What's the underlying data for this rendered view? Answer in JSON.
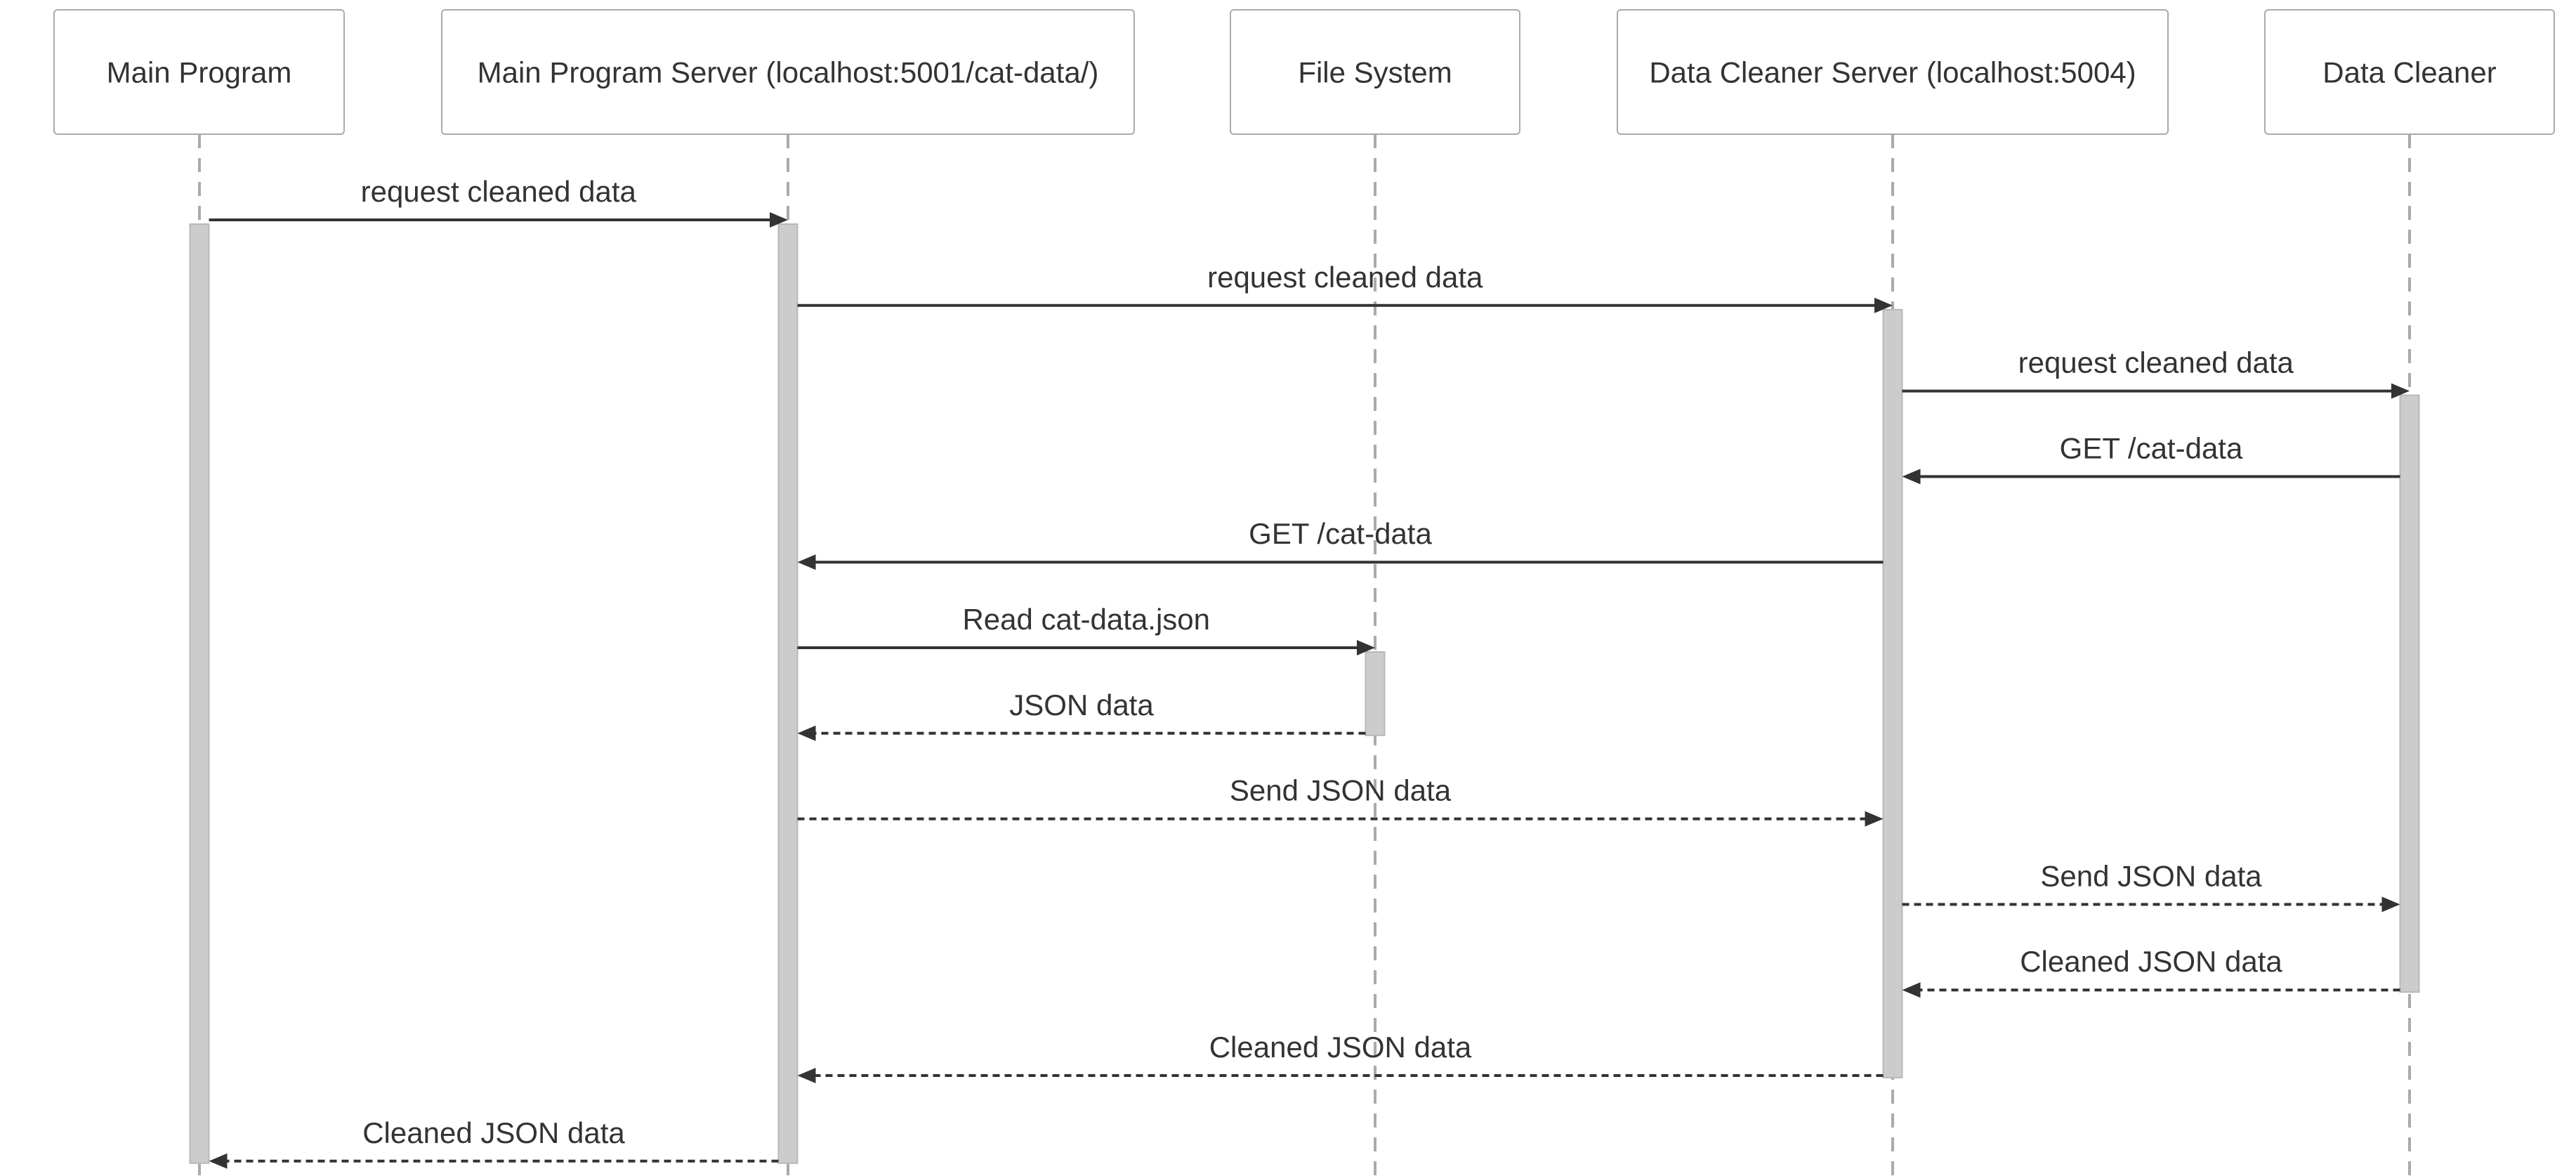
{
  "participants": [
    {
      "id": "main-program",
      "label": "Main Program"
    },
    {
      "id": "main-program-server",
      "label": "Main Program Server (localhost:5001/cat-data/)"
    },
    {
      "id": "file-system",
      "label": "File System"
    },
    {
      "id": "data-cleaner-server",
      "label": "Data Cleaner Server (localhost:5004)"
    },
    {
      "id": "data-cleaner",
      "label": "Data Cleaner"
    }
  ],
  "messages": [
    {
      "from": 0,
      "to": 1,
      "label": "request cleaned data",
      "style": "solid"
    },
    {
      "from": 1,
      "to": 3,
      "label": "request cleaned data",
      "style": "solid"
    },
    {
      "from": 3,
      "to": 4,
      "label": "request cleaned data",
      "style": "solid"
    },
    {
      "from": 4,
      "to": 3,
      "label": "GET /cat-data",
      "style": "solid"
    },
    {
      "from": 3,
      "to": 1,
      "label": "GET /cat-data",
      "style": "solid"
    },
    {
      "from": 1,
      "to": 2,
      "label": "Read cat-data.json",
      "style": "solid"
    },
    {
      "from": 2,
      "to": 1,
      "label": "JSON data",
      "style": "dashed"
    },
    {
      "from": 1,
      "to": 3,
      "label": "Send JSON data",
      "style": "dashed"
    },
    {
      "from": 3,
      "to": 4,
      "label": "Send JSON data",
      "style": "dashed"
    },
    {
      "from": 4,
      "to": 3,
      "label": "Cleaned JSON data",
      "style": "dashed"
    },
    {
      "from": 3,
      "to": 1,
      "label": "Cleaned JSON data",
      "style": "dashed"
    },
    {
      "from": 1,
      "to": 0,
      "label": "Cleaned JSON data",
      "style": "dashed"
    }
  ],
  "activations": [
    {
      "participant": 0,
      "from_message": 0,
      "to_message": 11
    },
    {
      "participant": 1,
      "from_message": 0,
      "to_message": 11
    },
    {
      "participant": 2,
      "from_message": 5,
      "to_message": 6
    },
    {
      "participant": 3,
      "from_message": 1,
      "to_message": 10
    },
    {
      "participant": 4,
      "from_message": 2,
      "to_message": 9
    }
  ],
  "colors": {
    "line": "#333333",
    "box_border": "#aaaaaa",
    "lifeline": "#aaaaaa",
    "activation": "#cccccc",
    "text": "#333333"
  }
}
